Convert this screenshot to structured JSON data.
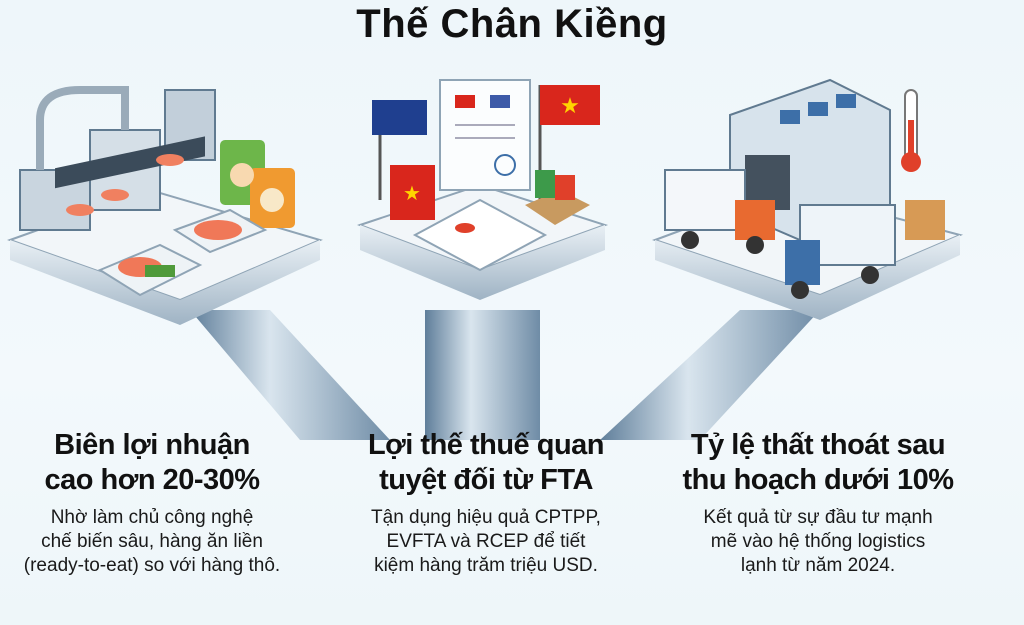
{
  "title": "Thế Chân Kiềng",
  "pillars": [
    {
      "heading_line1": "Biên lợi nhuận",
      "heading_line2": "cao hơn 20-30%",
      "body": [
        "Nhờ làm chủ công nghệ",
        "chế biến sâu, hàng ăn liền",
        "(ready-to-eat) so với hàng thô."
      ],
      "icon": "seafood-processing-factory-icon"
    },
    {
      "heading_line1": "Lợi thế thuế quan",
      "heading_line2": "tuyệt đối từ FTA",
      "body": [
        "Tận dụng hiệu quả CPTPP,",
        "EVFTA và RCEP để tiết",
        "kiệm hàng trăm triệu USD."
      ],
      "icon": "trade-agreement-documents-icon"
    },
    {
      "heading_line1": "Tỷ lệ thất thoát sau",
      "heading_line2": "thu hoạch dưới 10%",
      "body": [
        "Kết quả từ sự đầu tư mạnh",
        "mẽ vào hệ thống logistics",
        "lạnh từ năm 2024."
      ],
      "icon": "cold-chain-logistics-icon"
    }
  ],
  "colors": {
    "pillar": "#a9bccb",
    "pillar_dark": "#6e8aa3",
    "accent_red": "#e0402a",
    "accent_blue": "#3d6fa8"
  }
}
